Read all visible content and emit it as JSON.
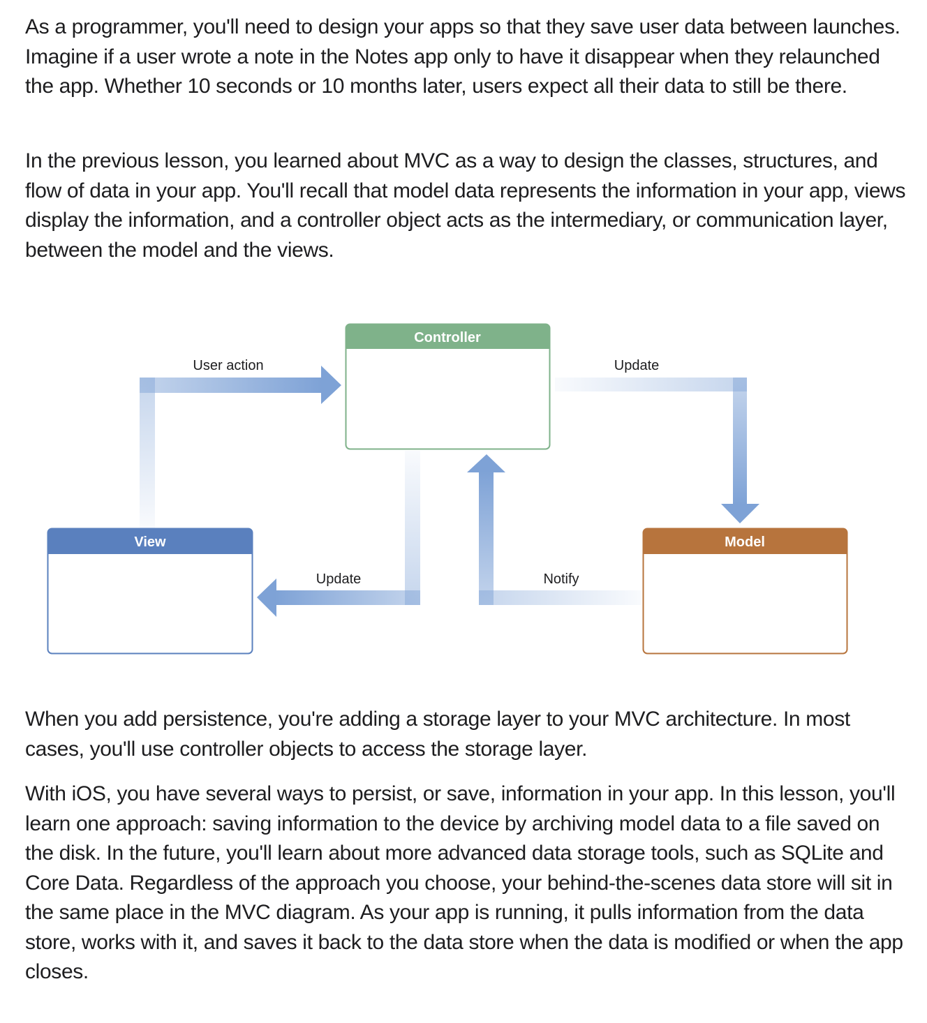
{
  "paragraphs": [
    "As a programmer, you'll need to design your apps so that they save user data between launches. Imagine if a user wrote a note in the Notes app only to have it disappear when they relaunched the app. Whether 10 seconds or 10 months later, users expect all their data to still be there.",
    "In the previous lesson, you learned about MVC as a way to design the classes, structures, and flow of data in your app. You'll recall that model data represents the information in your app, views display the information, and a controller object acts as the intermediary, or communication layer, between the model and the views.",
    "When you add persistence, you're adding a storage layer to your MVC architecture. In most cases, you'll use controller objects to access the storage layer.",
    "With iOS, you have several ways to persist, or save, information in your app. In this lesson, you'll learn one approach: saving information to the device by archiving model data to a file saved on the disk. In the future, you'll learn about more advanced data storage tools, such as SQLite and Core Data. Regardless of the approach you choose, your behind-the-scenes data store will sit in the same place in the MVC diagram. As your app is running, it pulls information from the data store, works with it, and saves it back to the data store when the data is modified or when the app closes."
  ],
  "diagram": {
    "boxes": {
      "controller": {
        "title": "Controller",
        "color": "#7fb28a"
      },
      "view": {
        "title": "View",
        "color": "#5a80be"
      },
      "model": {
        "title": "Model",
        "color": "#b7743d"
      }
    },
    "arrows": {
      "user_action": "User action",
      "update_model": "Update",
      "update_view": "Update",
      "notify": "Notify"
    },
    "arrow_color": "#7ea2d6"
  }
}
